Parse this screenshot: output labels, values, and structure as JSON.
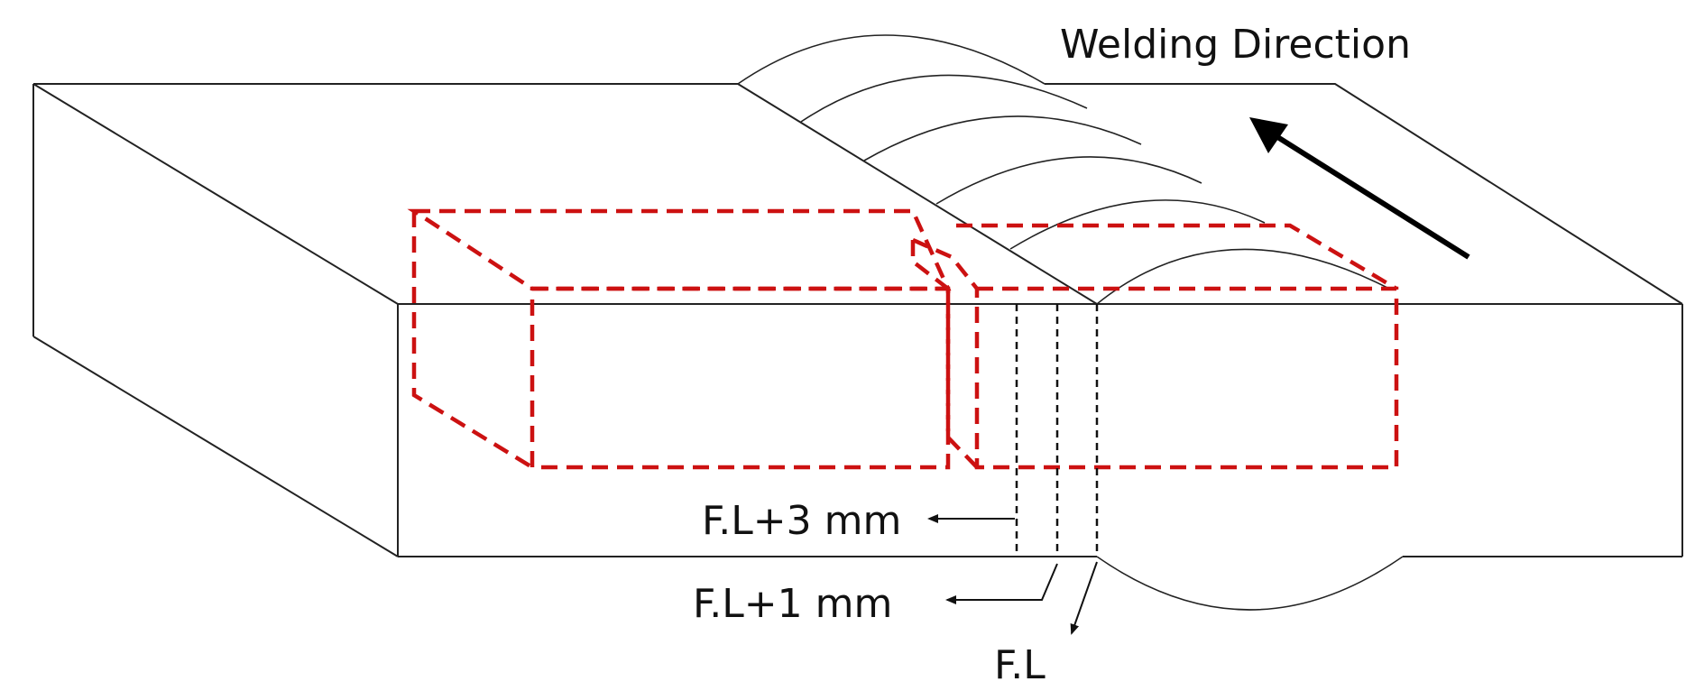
{
  "labels": {
    "welding_direction": "Welding Direction",
    "fl_plus_3": "F.L+3 mm",
    "fl_plus_1": "F.L+1 mm",
    "fl": "F.L"
  },
  "colors": {
    "outline": "#222222",
    "specimen_dash": "#cc1111",
    "arrow": "#000000",
    "background": "#ffffff"
  }
}
